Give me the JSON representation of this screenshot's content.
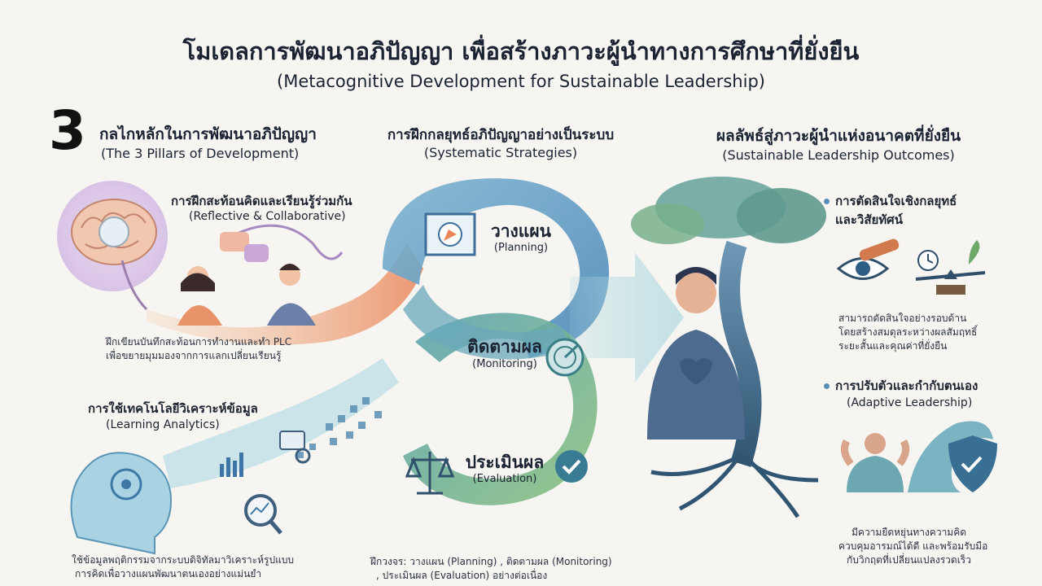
{
  "title": "โมเดลการพัฒนาอภิปัญญา เพื่อสร้างภาวะผู้นำทางการศึกษาที่ยั่งยืน",
  "subtitle": "(Metacognitive Development for Sustainable Leadership)",
  "pillars": {
    "number": "3",
    "heading_th": "กลไกหลักในการพัฒนาอภิปัญญา",
    "heading_en": "(The 3 Pillars of Development)",
    "reflective": {
      "title_th": "การฝึกสะท้อนคิดและเรียนรู้ร่วมกัน",
      "title_en": "(Reflective & Collaborative)",
      "desc_line1": "ฝึกเขียนบันทึกสะท้อนการทำงานและทำ PLC",
      "desc_line2": "เพื่อขยายมุมมองจากการแลกเปลี่ยนเรียนรู้"
    },
    "analytics": {
      "title_th": "การใช้เทคโนโลยีวิเคราะห์ข้อมูล",
      "title_en": "(Learning Analytics)",
      "desc_line1": "ใช้ข้อมูลพฤติกรรมจากระบบดิจิทัลมาวิเคราะห์รูปแบบ",
      "desc_line2": "การคิดเพื่อวางแผนพัฒนาตนเองอย่างแม่นยำ"
    }
  },
  "strategies": {
    "heading_th": "การฝึกกลยุทธ์อภิปัญญาอย่างเป็นระบบ",
    "heading_en": "(Systematic Strategies)",
    "planning_th": "วางแผน",
    "planning_en": "(Planning)",
    "monitoring_th": "ติดตามผล",
    "monitoring_en": "(Monitoring)",
    "evaluation_th": "ประเมินผล",
    "evaluation_en": "(Evaluation)",
    "footer_line1": "ฝึกวงจร: วางแผน (Planning) , ติดตามผล (Monitoring)",
    "footer_line2": ", ประเมินผล (Evaluation) อย่างต่อเนื่อง"
  },
  "outcomes": {
    "heading_th": "ผลลัพธ์สู่ภาวะผู้นำแห่งอนาคตที่ยั่งยืน",
    "heading_en": "(Sustainable Leadership Outcomes)",
    "decision": {
      "title_line1": "การตัดสินใจเชิงกลยุทธ์",
      "title_line2": "และวิสัยทัศน์",
      "desc_line1": "สามารถตัดสินใจอย่างรอบด้าน",
      "desc_line2": "โดยสร้างสมดุลระหว่างผลสัมฤทธิ์",
      "desc_line3": "ระยะสั้นและคุณค่าที่ยั่งยืน"
    },
    "adaptive": {
      "title_th": "การปรับตัวและกำกับตนเอง",
      "title_en": "(Adaptive Leadership)",
      "desc_line1": "มีความยืดหยุ่นทางความคิด",
      "desc_line2": "ควบคุมอารมณ์ได้ดี และพร้อมรับมือ",
      "desc_line3": "กับวิกฤตที่เปลี่ยนแปลงรวดเร็ว"
    }
  },
  "colors": {
    "teal": "#4f9db0",
    "blue": "#3f74a6",
    "green": "#77b27a",
    "orange": "#e9935c",
    "purple": "#a68bc1"
  },
  "icons": [
    "brain-icon",
    "people-talking-icon",
    "speech-bubble-icon",
    "ai-head-icon",
    "magnifier-chart-icon",
    "map-compass-icon",
    "radar-icon",
    "scales-icon",
    "check-icon",
    "tree-icon",
    "leader-person-icon",
    "telescope-eye-icon",
    "clock-icon",
    "balance-seesaw-icon",
    "strong-person-icon",
    "wave-icon",
    "shield-check-icon"
  ]
}
